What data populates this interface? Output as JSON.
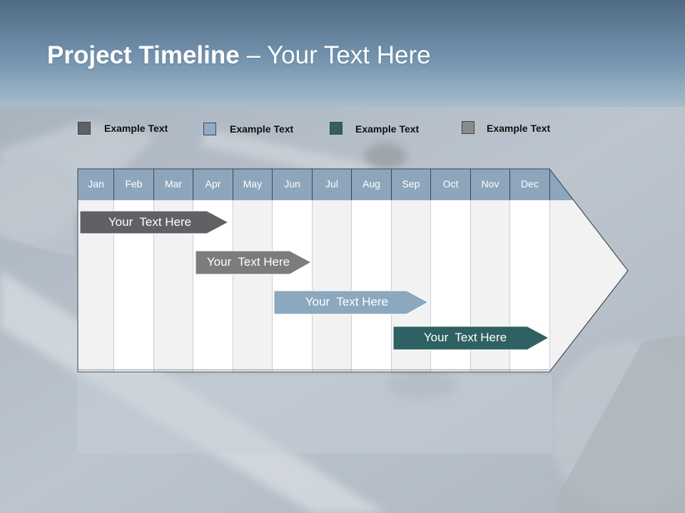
{
  "title": {
    "bold": "Project Timeline",
    "rest": " – Your Text Here"
  },
  "legend": [
    {
      "label": "Example Text",
      "color": "#5f6164"
    },
    {
      "label": "Example Text",
      "color": "#93acc3"
    },
    {
      "label": "Example Text",
      "color": "#2f6163"
    },
    {
      "label": "Example Text",
      "color": "#8a8b8d"
    }
  ],
  "months": [
    "Jan",
    "Feb",
    "Mar",
    "Apr",
    "May",
    "Jun",
    "Jul",
    "Aug",
    "Sep",
    "Oct",
    "Nov",
    "Dec"
  ],
  "bars": [
    {
      "label": "Your  Text Here",
      "color": "#5f6164"
    },
    {
      "label": "Your  Text Here",
      "color": "#7b7c7e"
    },
    {
      "label": "Your  Text Here",
      "color": "#8ba8be"
    },
    {
      "label": "Your  Text Here",
      "color": "#2f6163"
    }
  ],
  "colors": {
    "header": "#8ea6bb",
    "grid_light": "#f2f2f2",
    "grid_white": "#ffffff",
    "outline": "#3d4650"
  }
}
